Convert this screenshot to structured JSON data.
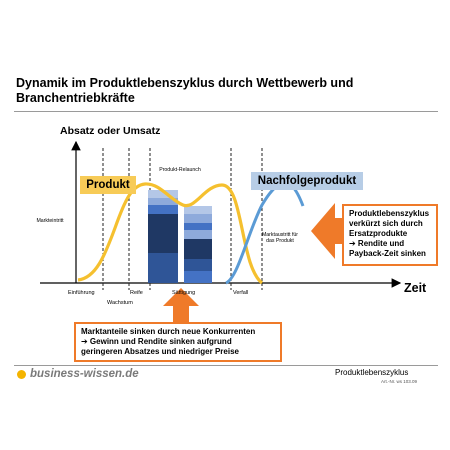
{
  "title": "Dynamik im Produktlebenszyklus durch Wettbewerb und Branchentriebkräfte",
  "ylabel": "Absatz oder Umsatz",
  "xlabel": "Zeit",
  "labels": {
    "produkt": "Produkt",
    "nachfolgeprodukt": "Nachfolgeprodukt",
    "relaunch": "Produkt-Relaunch",
    "markteintritt": "Markteintritt",
    "marktaustritt": "Marktaustritt für das Produkt"
  },
  "phases": {
    "einfuehrung": "Einführung",
    "wachstum": "Wachstum",
    "reife": "Reife",
    "saettigung": "Sättigung",
    "verfall": "Verfall"
  },
  "box_right": "Produktlebenszyklus verkürzt sich durch Ersatzprodukte\n➔ Rendite und Payback-Zeit sinken",
  "box_bottom": "Marktanteile sinken durch neue Konkurrenten\n➔ Gewinn und Rendite sinken aufgrund geringeren Absatzes und niedriger Preise",
  "footer": {
    "logo": "business-wissen.de",
    "right": "Produktlebenszyklus",
    "art": "Art.-Nr. ws 103.09"
  },
  "colors": {
    "produkt_curve": "#f5c02f",
    "nachfolge_curve": "#5b9bd5",
    "arrow": "#ef7a29",
    "bar_dark": "#1f3864",
    "bar_mid": "#2f5597",
    "bar_blue": "#4472c4",
    "bar_light": "#8eaadb",
    "bar_pale": "#b4c7e7"
  }
}
